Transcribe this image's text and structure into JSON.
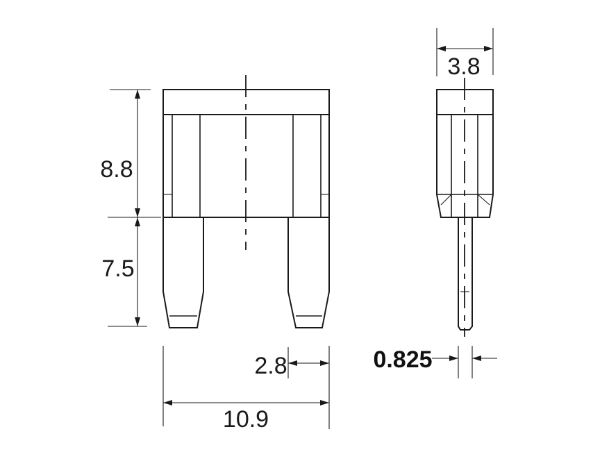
{
  "dimensions": {
    "body_height": "8.8",
    "blade_length": "7.5",
    "blade_width": "2.8",
    "total_width": "10.9",
    "thickness": "3.8",
    "blade_thickness": "0.825"
  }
}
